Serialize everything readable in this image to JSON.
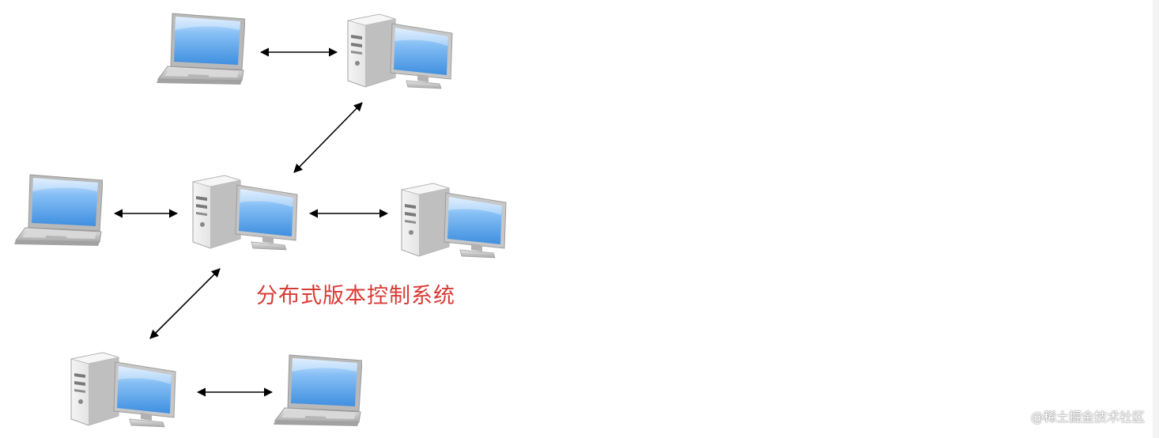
{
  "diagram": {
    "caption": "分布式版本控制系统",
    "caption_color": "#d93a35",
    "watermark": "@稀土掘金技术社区",
    "nodes": [
      {
        "id": "laptop-top-left",
        "kind": "laptop-icon"
      },
      {
        "id": "desktop-top",
        "kind": "desktop-computer-icon"
      },
      {
        "id": "laptop-middle-left",
        "kind": "laptop-icon"
      },
      {
        "id": "desktop-center",
        "kind": "desktop-computer-icon"
      },
      {
        "id": "desktop-middle-right",
        "kind": "desktop-computer-icon"
      },
      {
        "id": "desktop-bottom-left",
        "kind": "desktop-computer-icon"
      },
      {
        "id": "laptop-bottom-right",
        "kind": "laptop-icon"
      }
    ],
    "connections": [
      {
        "from": "laptop-top-left",
        "to": "desktop-top"
      },
      {
        "from": "desktop-top",
        "to": "desktop-center"
      },
      {
        "from": "laptop-middle-left",
        "to": "desktop-center"
      },
      {
        "from": "desktop-center",
        "to": "desktop-middle-right"
      },
      {
        "from": "desktop-center",
        "to": "desktop-bottom-left"
      },
      {
        "from": "desktop-bottom-left",
        "to": "laptop-bottom-right"
      }
    ]
  }
}
